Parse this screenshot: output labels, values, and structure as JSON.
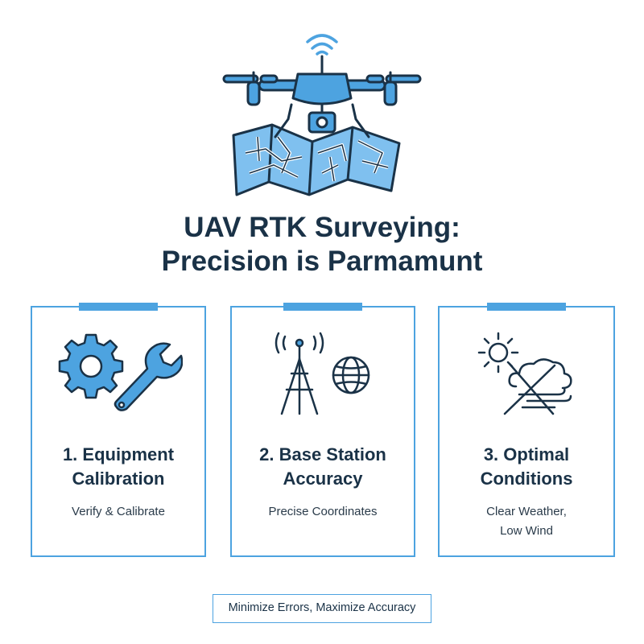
{
  "colors": {
    "accent": "#4da3e0",
    "dark": "#1a3247",
    "map_fill": "#7fc0ef"
  },
  "icons": {
    "hero": "drone-over-map-icon",
    "card1": [
      "gear-icon",
      "wrench-icon"
    ],
    "card2": [
      "antenna-tower-icon",
      "globe-icon"
    ],
    "card3": [
      "sun-icon",
      "cloud-icon",
      "wind-icon"
    ]
  },
  "title": {
    "line1": "UAV RTK Surveying:",
    "line2": "Precision is Parmamunt"
  },
  "cards": [
    {
      "heading_line1": "1. Equipment",
      "heading_line2": "Calibration",
      "sub_line1": "Verify & Calibrate",
      "sub_line2": ""
    },
    {
      "heading_line1": "2. Base Station",
      "heading_line2": "Accuracy",
      "sub_line1": "Precise Coordinates",
      "sub_line2": ""
    },
    {
      "heading_line1": "3. Optimal",
      "heading_line2": "Conditions",
      "sub_line1": "Clear Weather,",
      "sub_line2": "Low Wind"
    }
  ],
  "footer": {
    "text": "Minimize Errors, Maximize Accuracy"
  }
}
